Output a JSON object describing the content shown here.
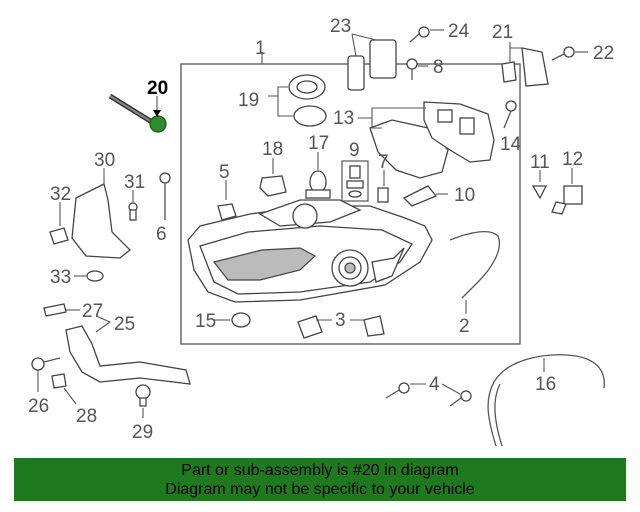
{
  "diagram": {
    "highlighted_part": "20",
    "callouts": {
      "c1": "1",
      "c2": "2",
      "c3": "3",
      "c4": "4",
      "c5": "5",
      "c6": "6",
      "c7": "7",
      "c8": "8",
      "c9": "9",
      "c10": "10",
      "c11": "11",
      "c12": "12",
      "c13": "13",
      "c14": "14",
      "c15": "15",
      "c16": "16",
      "c17": "17",
      "c18": "18",
      "c19": "19",
      "c20": "20",
      "c21": "21",
      "c22": "22",
      "c23": "23",
      "c24": "24",
      "c25": "25",
      "c26": "26",
      "c27": "27",
      "c28": "28",
      "c29": "29",
      "c30": "30",
      "c31": "31",
      "c32": "32",
      "c33": "33"
    },
    "colors": {
      "highlight": "#2e8b2e",
      "banner": "#1f7a1f",
      "ink": "#555555"
    }
  },
  "banner": {
    "line1": "Part or sub-assembly is #20 in diagram",
    "line2": "Diagram may not be specific to your vehicle"
  }
}
